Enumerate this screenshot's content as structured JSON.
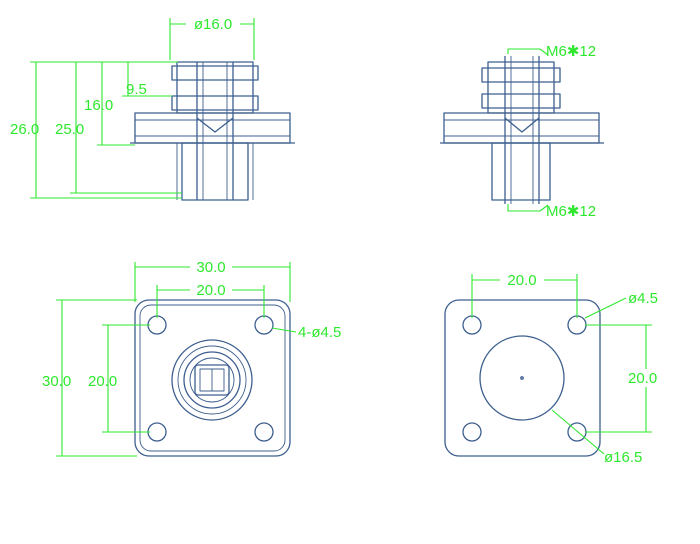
{
  "colors": {
    "part_outline": "#3d5f8f",
    "dimension": "#2ee82e",
    "background": "#ffffff"
  },
  "dimensions": {
    "front_view": {
      "top_diameter": "ø16.0",
      "height_9_5": "9.5",
      "height_16_0": "16.0",
      "height_25_0": "25.0",
      "height_26_0": "26.0"
    },
    "side_view": {
      "thread_top": "M6✱12",
      "thread_bottom": "M6✱12"
    },
    "top_view": {
      "width_outer": "30.0",
      "width_holes": "20.0",
      "height_outer": "30.0",
      "height_holes": "20.0",
      "holes_callout": "4-ø4.5"
    },
    "bottom_view": {
      "width_holes": "20.0",
      "hole_callout": "ø4.5",
      "height_holes": "20.0",
      "bore_callout": "ø16.5"
    }
  }
}
